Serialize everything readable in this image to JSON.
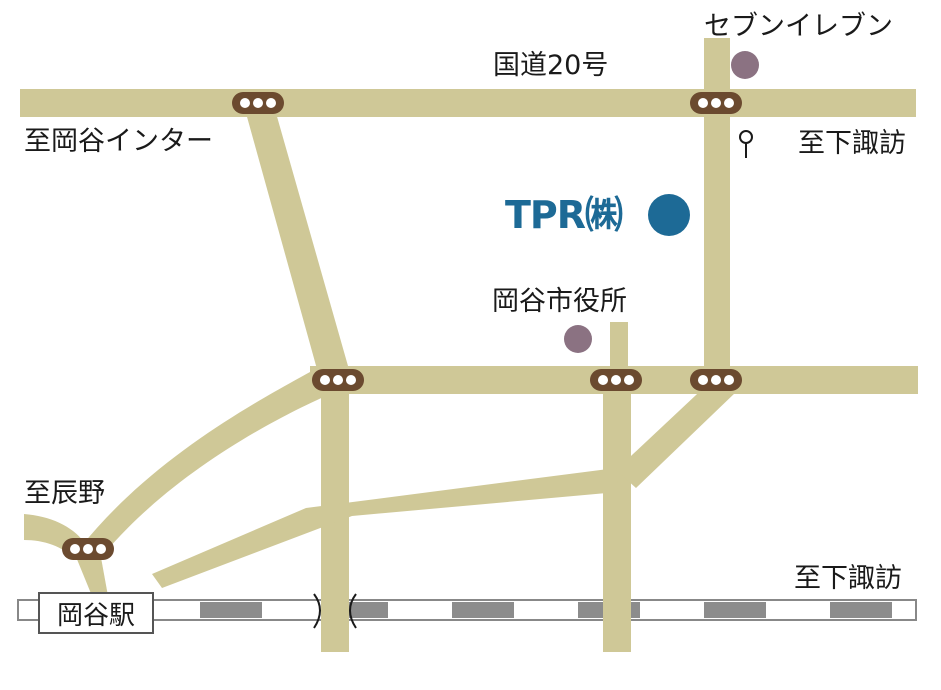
{
  "colors": {
    "road": "#cfc897",
    "signal_body": "#6b4a2f",
    "signal_light": "#ffffff",
    "landmark": "#8b7282",
    "tpr": "#1d6a96",
    "rail_dark": "#8c8c8c",
    "rail_light": "#ffffff",
    "text": "#1a1a1a"
  },
  "labels": {
    "route20": "国道20号",
    "seven_eleven": "セブンイレブン",
    "to_okaya_ic": "至岡谷インター",
    "to_shimosuwa_top": "至下諏訪",
    "tpr": "TPR㈱",
    "city_hall": "岡谷市役所",
    "to_tatsuno": "至辰野",
    "station": "岡谷駅",
    "to_shimosuwa_bottom": "至下諏訪"
  },
  "icons": {
    "traffic_signal": "traffic-signal-icon",
    "landmark": "landmark-dot-icon",
    "bus_stop": "bus-stop-icon",
    "destination": "destination-dot-icon"
  }
}
